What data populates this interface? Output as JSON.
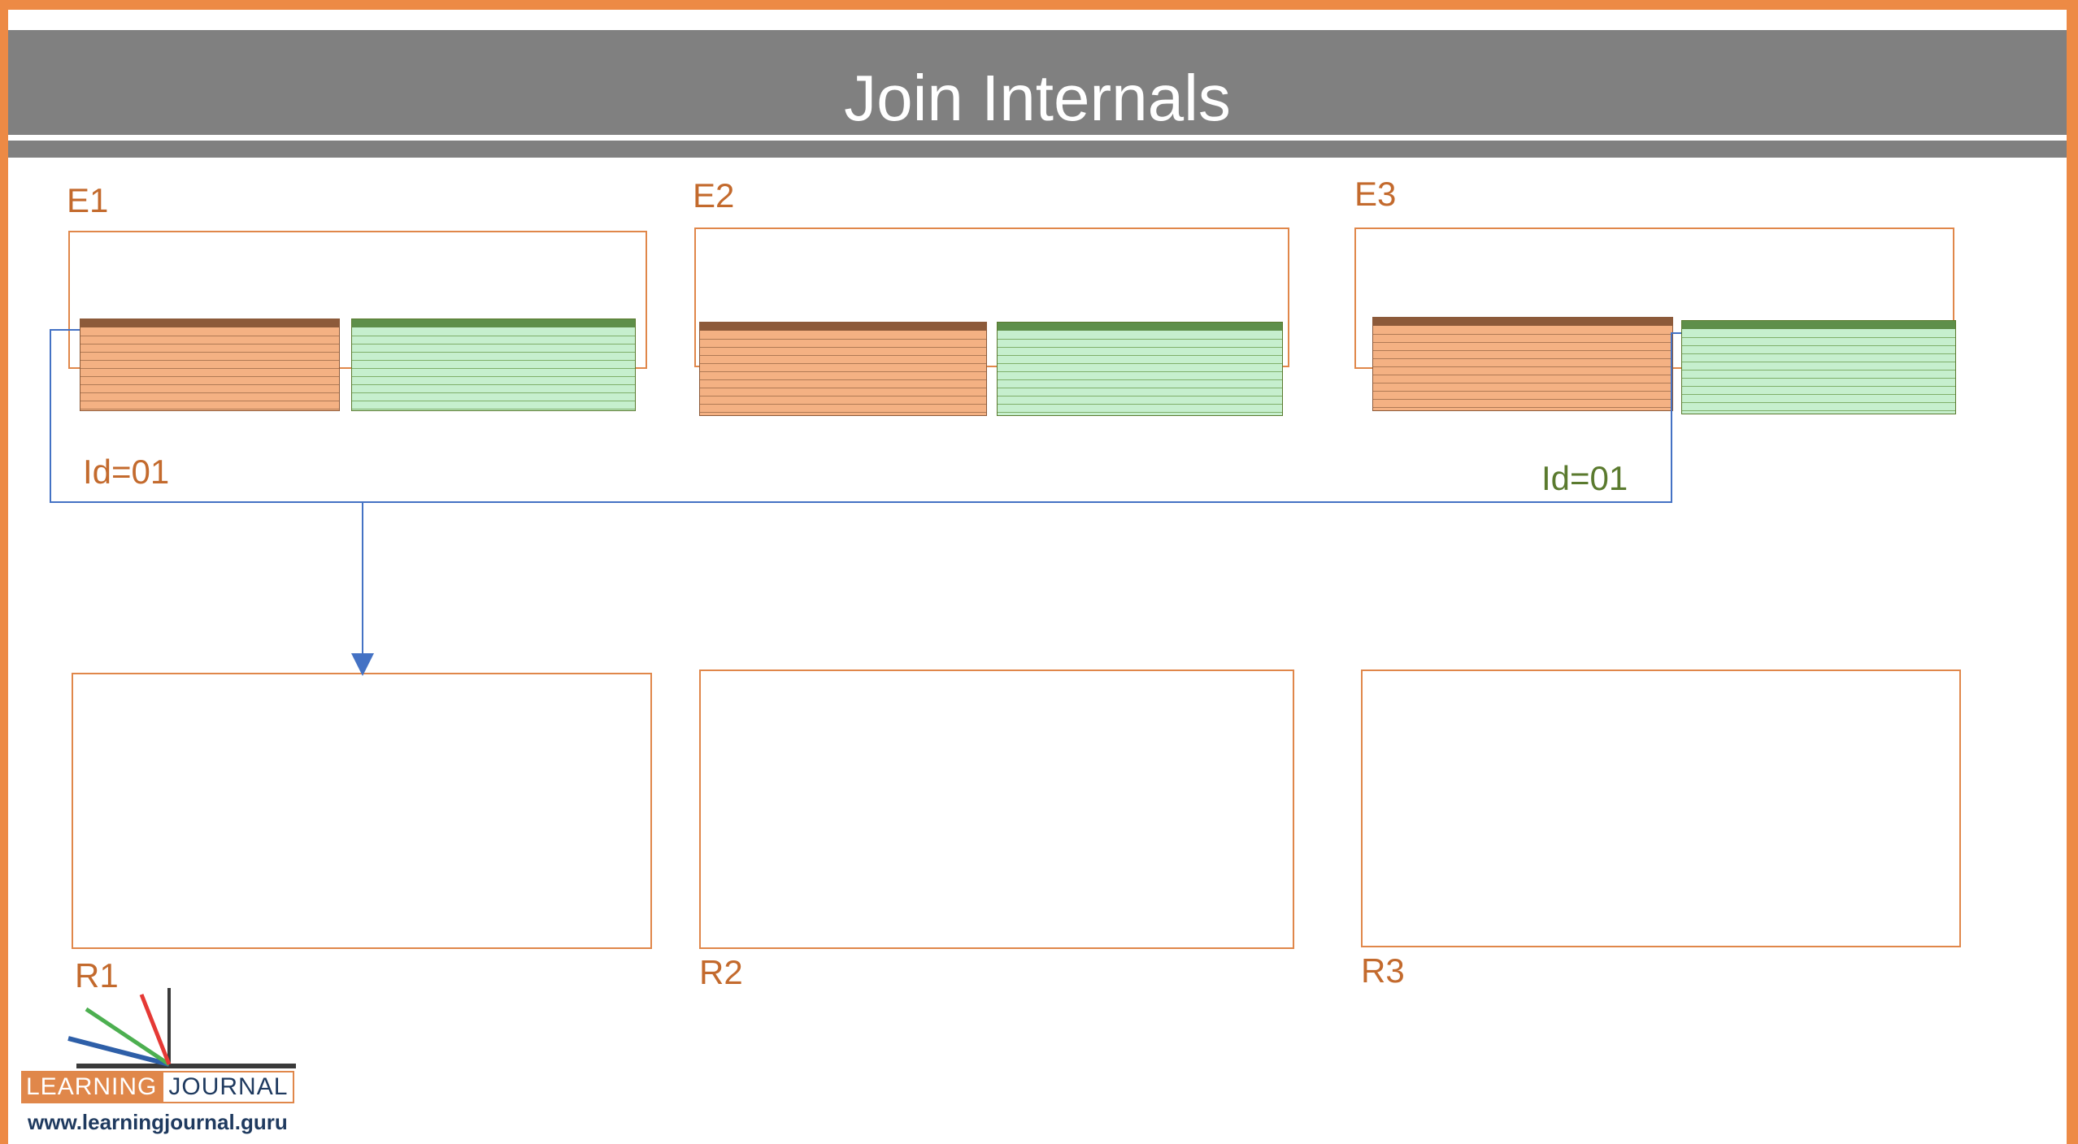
{
  "slide": {
    "title": "Join Internals",
    "executors": [
      {
        "label": "E1"
      },
      {
        "label": "E2"
      },
      {
        "label": "E3"
      }
    ],
    "results": [
      {
        "label": "R1"
      },
      {
        "label": "R2"
      },
      {
        "label": "R3"
      }
    ],
    "id_labels": {
      "left": "Id=01",
      "right": "Id=01"
    }
  },
  "logo": {
    "left_text": "LEARNING",
    "right_text": "JOURNAL",
    "url": "www.learningjournal.guru"
  },
  "colors": {
    "frame": "#ED8A45",
    "title_band": "#808080",
    "label_orange": "#C36A2D",
    "id_green": "#5A7A2E",
    "table_orange": "#F4B183",
    "table_green": "#C6EFCE",
    "connector_blue": "#4472C4"
  }
}
